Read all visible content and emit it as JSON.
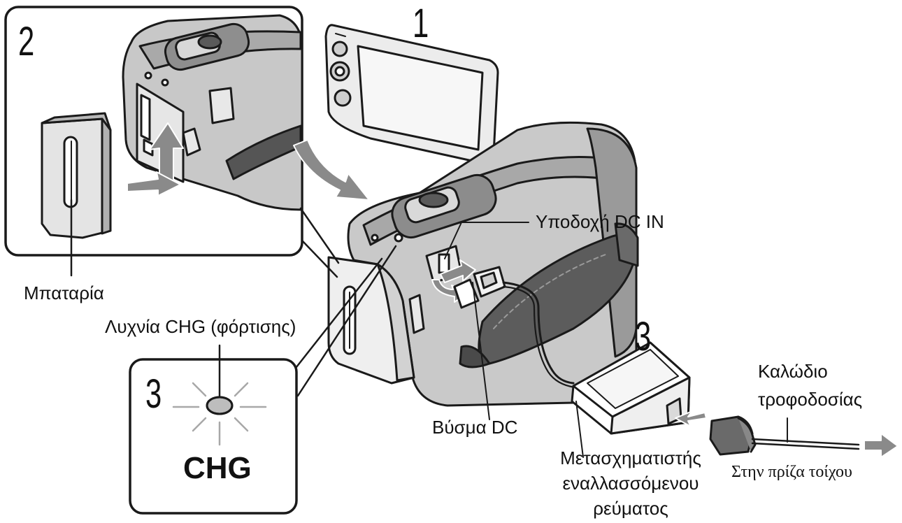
{
  "steps": {
    "one": "1",
    "two": "2",
    "three_right": "3",
    "three_inset": "3"
  },
  "labels": {
    "battery": "Μπαταρία",
    "chg_lamp": "Λυχνία CHG (φόρτισης)",
    "chg_text": "CHG",
    "dc_in_jack": "Υποδοχή DC IN",
    "dc_plug": "Βύσμα DC",
    "power_cord_line1": "Καλώδιο",
    "power_cord_line2": "τροφοδοσίας",
    "adaptor_line1": "Μετασχηματιστής",
    "adaptor_line2": "εναλλασσόμενου",
    "adaptor_line3": "ρεύματος",
    "wall_outlet": "Στην πρίζα τοίχου"
  }
}
